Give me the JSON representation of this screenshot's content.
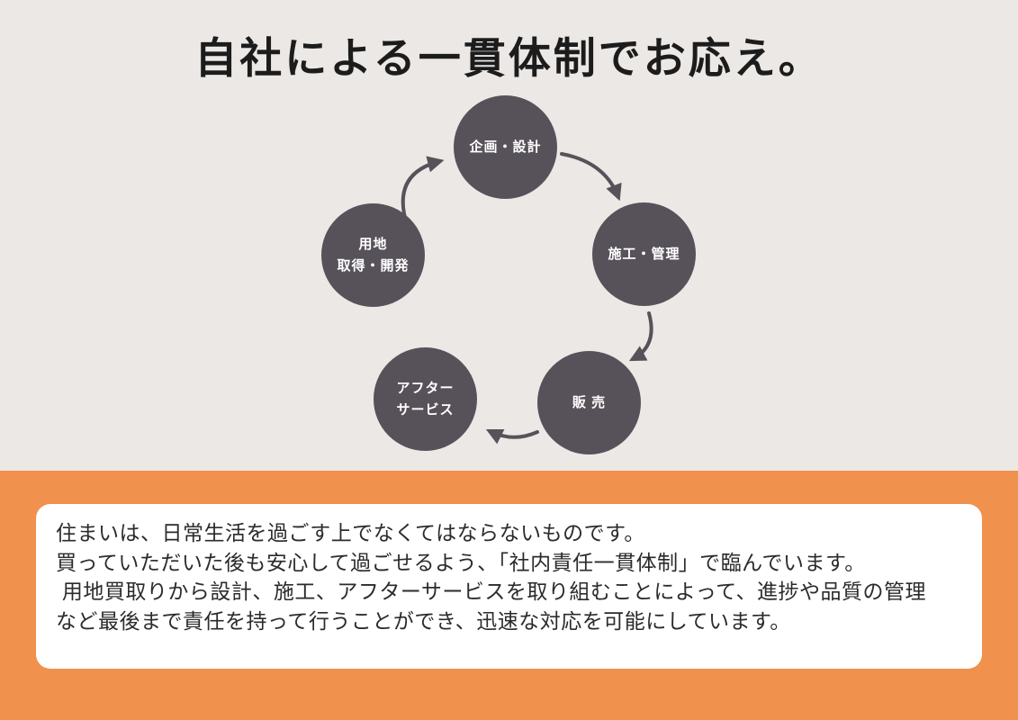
{
  "title": "自社による一貫体制でお応え。",
  "diagram": {
    "nodes": [
      {
        "id": "planning",
        "lines": [
          "企画・設計"
        ]
      },
      {
        "id": "construction",
        "lines": [
          "施工・管理"
        ]
      },
      {
        "id": "sales",
        "lines": [
          "販 売"
        ]
      },
      {
        "id": "after_service",
        "lines": [
          "アフター",
          "サービス"
        ]
      },
      {
        "id": "land",
        "lines": [
          "用地",
          "取得・開発"
        ]
      }
    ],
    "flow_order": [
      "land",
      "planning",
      "construction",
      "sales",
      "after_service"
    ]
  },
  "description": {
    "lines": [
      "住まいは、日常生活を過ごす上でなくてはならないものです。",
      "買っていただいた後も安心して過ごせるよう、「社内責任一貫体制」で臨んでいます。",
      " 用地買取りから設計、施工、アフターサービスを取り組むことによって、進捗や品質の管理",
      "など最後まで責任を持って行うことができ、迅速な対応を可能にしています。"
    ]
  },
  "colors": {
    "background_top": "#ebe8e5",
    "background_bottom": "#f0914d",
    "circle": "#57525a",
    "circle_text": "#ffffff",
    "title_text": "#1c1c1c",
    "body_text": "#2b2b2b",
    "text_box": "#ffffff"
  }
}
